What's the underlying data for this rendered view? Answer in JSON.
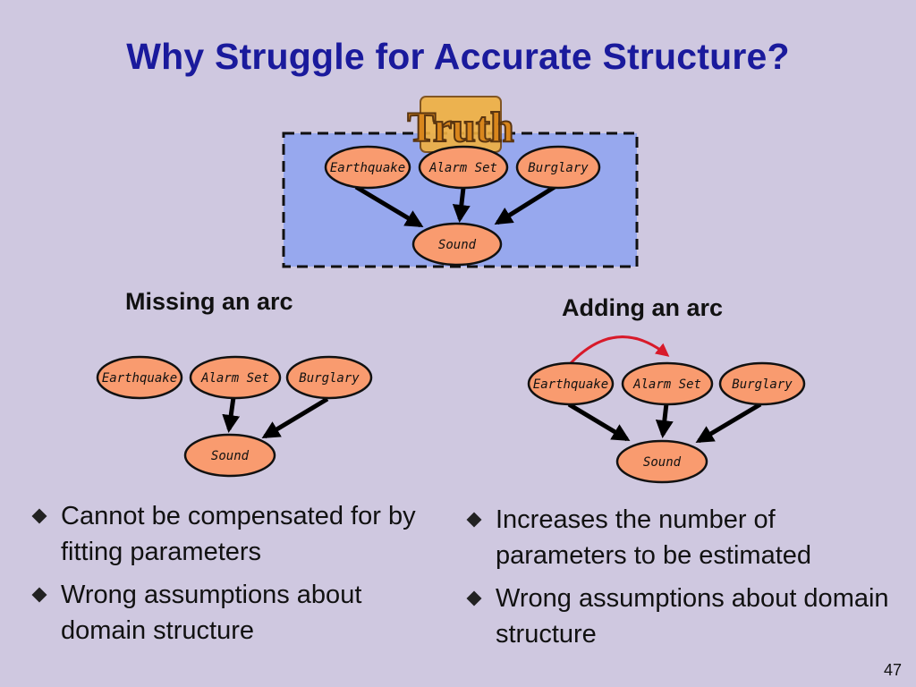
{
  "slide": {
    "title": "Why Struggle for Accurate Structure?",
    "slide_number": "47"
  },
  "truth_badge": {
    "label": "Truth"
  },
  "nodes": {
    "earthquake": "Earthquake",
    "alarm_set": "Alarm Set",
    "burglary": "Burglary",
    "sound": "Sound"
  },
  "missing_arc": {
    "heading": "Missing an arc",
    "bullets": [
      "Cannot be compensated for by fitting parameters",
      "Wrong assumptions about domain structure"
    ]
  },
  "adding_arc": {
    "heading": "Adding an arc",
    "bullets": [
      "Increases the number of parameters to be estimated",
      "Wrong assumptions about domain structure"
    ]
  },
  "colors": {
    "node_fill": "#f99b6f",
    "truth_box_fill": "#97a8ee",
    "title": "#1a1a9c",
    "added_arc": "#d81a2a",
    "badge_fill": "#e0902a"
  }
}
